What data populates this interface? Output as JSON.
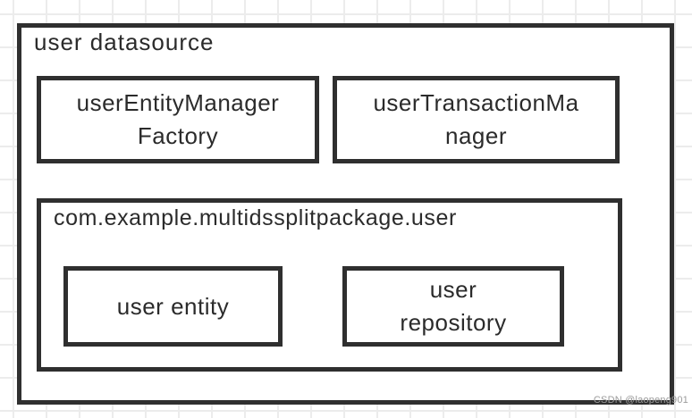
{
  "page": {
    "watermark": "CSDN @laopeng901"
  },
  "diagram": {
    "container": {
      "title": "user datasource"
    },
    "beans": [
      {
        "name": "userEntityManagerFactory",
        "lines": [
          "userEntityManager",
          "Factory"
        ]
      },
      {
        "name": "userTransactionManager",
        "lines": [
          "userTransactionMa",
          "nager"
        ]
      }
    ],
    "package": {
      "title": "com.example.multidssplitpackage.user",
      "classes": [
        {
          "name": "user entity",
          "lines": [
            "user entity"
          ]
        },
        {
          "name": "user repository",
          "lines": [
            "user",
            "repository"
          ]
        }
      ]
    },
    "colors": {
      "border": "#2f2f2f",
      "text": "#2b2b2b",
      "grid": "#ececec",
      "background": "#ffffff",
      "watermark": "#9b9b9b"
    }
  }
}
